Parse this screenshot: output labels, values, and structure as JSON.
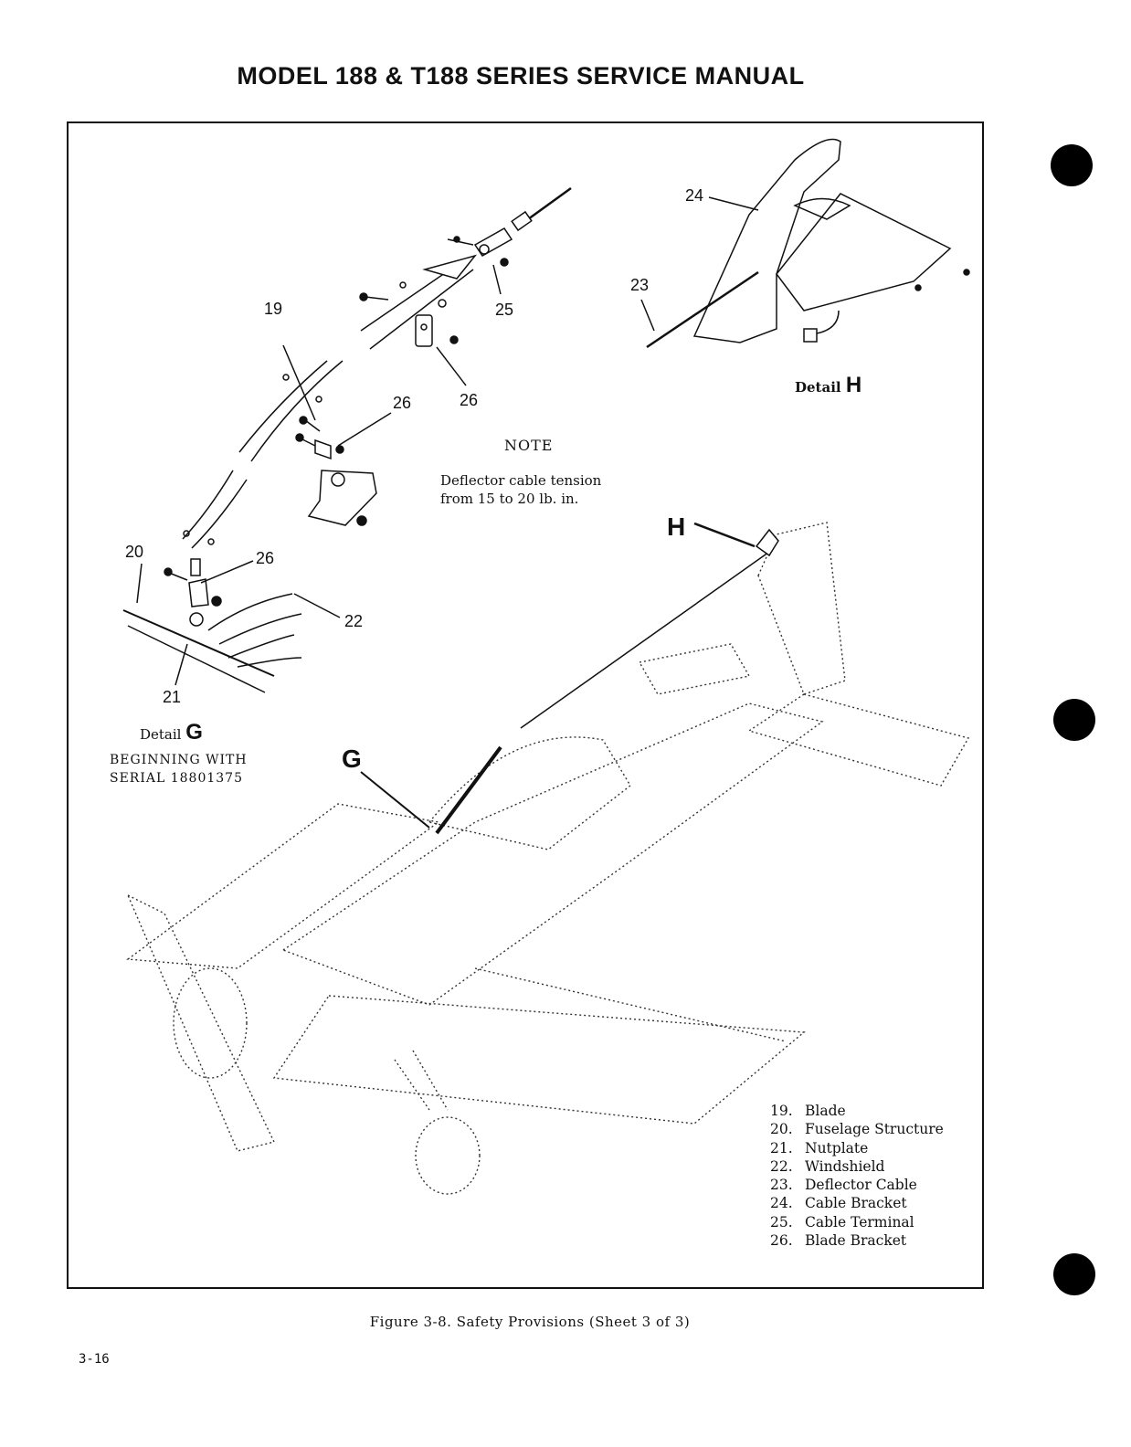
{
  "header": {
    "title": "MODEL 188 & T188 SERIES SERVICE MANUAL"
  },
  "callouts": {
    "n19": "19",
    "n20": "20",
    "n21": "21",
    "n22": "22",
    "n23": "23",
    "n24": "24",
    "n25": "25",
    "n26a": "26",
    "n26b": "26",
    "n26c": "26",
    "g": "G",
    "h": "H"
  },
  "note": {
    "title": "NOTE",
    "line1": "Deflector cable tension",
    "line2": "from 15 to 20 lb. in."
  },
  "detail_g": {
    "prefix": "Detail",
    "letter": "G"
  },
  "detail_h": {
    "prefix": "Detail",
    "letter": "H"
  },
  "serial": {
    "line1": "BEGINNING WITH",
    "line2": "SERIAL  18801375"
  },
  "legend": [
    {
      "num": "19.",
      "label": "Blade"
    },
    {
      "num": "20.",
      "label": "Fuselage Structure"
    },
    {
      "num": "21.",
      "label": "Nutplate"
    },
    {
      "num": "22.",
      "label": "Windshield"
    },
    {
      "num": "23.",
      "label": "Deflector Cable"
    },
    {
      "num": "24.",
      "label": "Cable Bracket"
    },
    {
      "num": "25.",
      "label": "Cable Terminal"
    },
    {
      "num": "26.",
      "label": "Blade Bracket"
    }
  ],
  "caption": "Figure 3-8.  Safety Provisions (Sheet 3 of 3)",
  "page_number": "3-16"
}
